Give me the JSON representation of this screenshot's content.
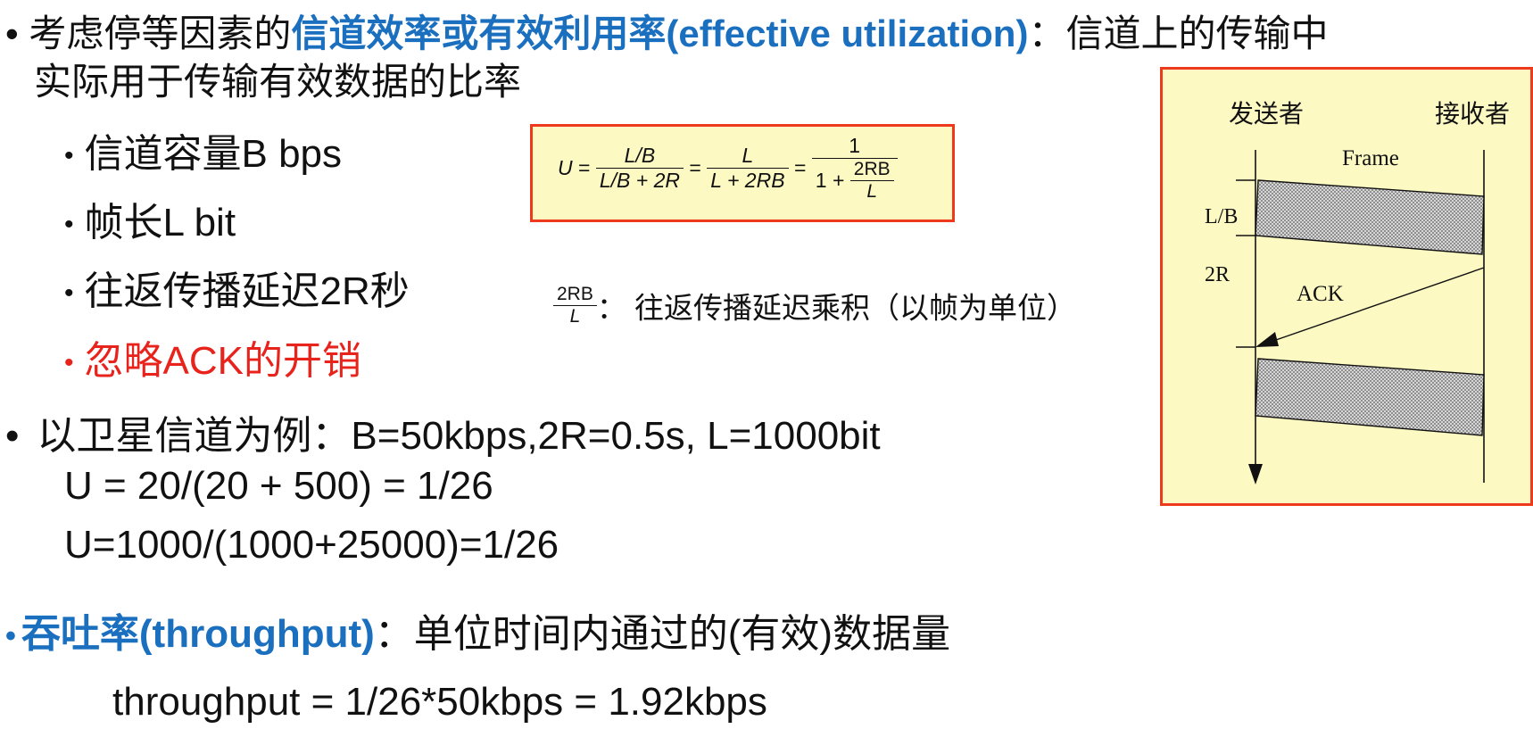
{
  "line1": {
    "bullet": "•",
    "prefix": "考虑停等因素的",
    "highlight": "信道效率或有效利用率(effective utilization)",
    "suffix": "：信道上的传输中",
    "continuation": "实际用于传输有效数据的比率"
  },
  "params": [
    {
      "bullet": "•",
      "text": "信道容量B bps"
    },
    {
      "bullet": "•",
      "text": "帧长L bit"
    },
    {
      "bullet": "•",
      "text": "往返传播延迟2R秒"
    },
    {
      "bullet": "•",
      "text": "忽略ACK的开销"
    }
  ],
  "formula": {
    "u": "U",
    "eq": "=",
    "f1_num": "L/B",
    "f1_den": "L/B + 2R",
    "f2_num": "L",
    "f2_den": "L + 2RB",
    "f3_num": "1",
    "f3_den_prefix": "1 +",
    "f3_inner_num": "2RB",
    "f3_inner_den": "L"
  },
  "note": {
    "frac_num": "2RB",
    "frac_den": "L",
    "text": "： 往返传播延迟乘积（以帧为单位）"
  },
  "example": {
    "bullet": "•",
    "text": "以卫星信道为例：B=50kbps,2R=0.5s, L=1000bit",
    "calc1": "U = 20/(20 + 500) = 1/26",
    "calc2": "U=1000/(1000+25000)=1/26"
  },
  "throughput": {
    "bullet": "•",
    "highlight": "吞吐率(throughput)",
    "suffix": "：单位时间内通过的(有效)数据量",
    "calc": "throughput = 1/26*50kbps = 1.92kbps"
  },
  "diagram": {
    "sender": "发送者",
    "receiver": "接收者",
    "frame": "Frame",
    "lb": "L/B",
    "two_r": "2R",
    "ack": "ACK"
  },
  "colors": {
    "accent_blue": "#1a6fbf",
    "alert_red": "#e8231c",
    "box_border": "#ee3a1c",
    "box_fill": "#fdf9c3"
  }
}
